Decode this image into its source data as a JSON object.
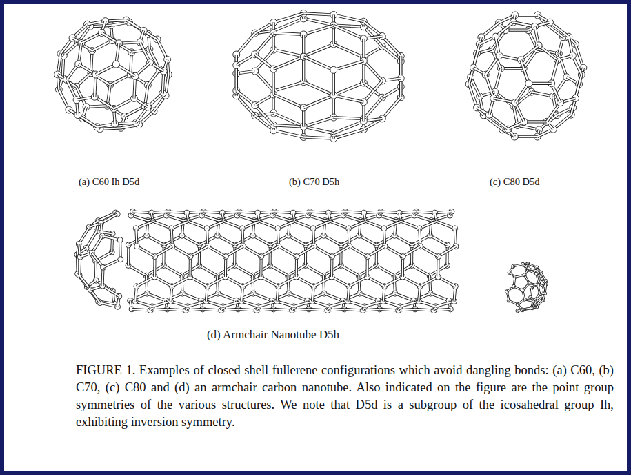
{
  "diagram": {
    "caption": "FIGURE 1. Examples of closed shell fullerene configurations which avoid dangling bonds: (a) C60, (b) C70, (c) C80 and (d) an armchair carbon nanotube. Also indicated on the figure are the point group symmetries of the various structures. We note that D5d is a subgroup of the icosahedral group Ih, exhibiting inversion symmetry.",
    "labels": [
      "(a) C60 Ih D5d",
      "(b) C70 D5h",
      "(c) C80 D5d",
      "(d) Armchair Nanotube D5h"
    ]
  }
}
